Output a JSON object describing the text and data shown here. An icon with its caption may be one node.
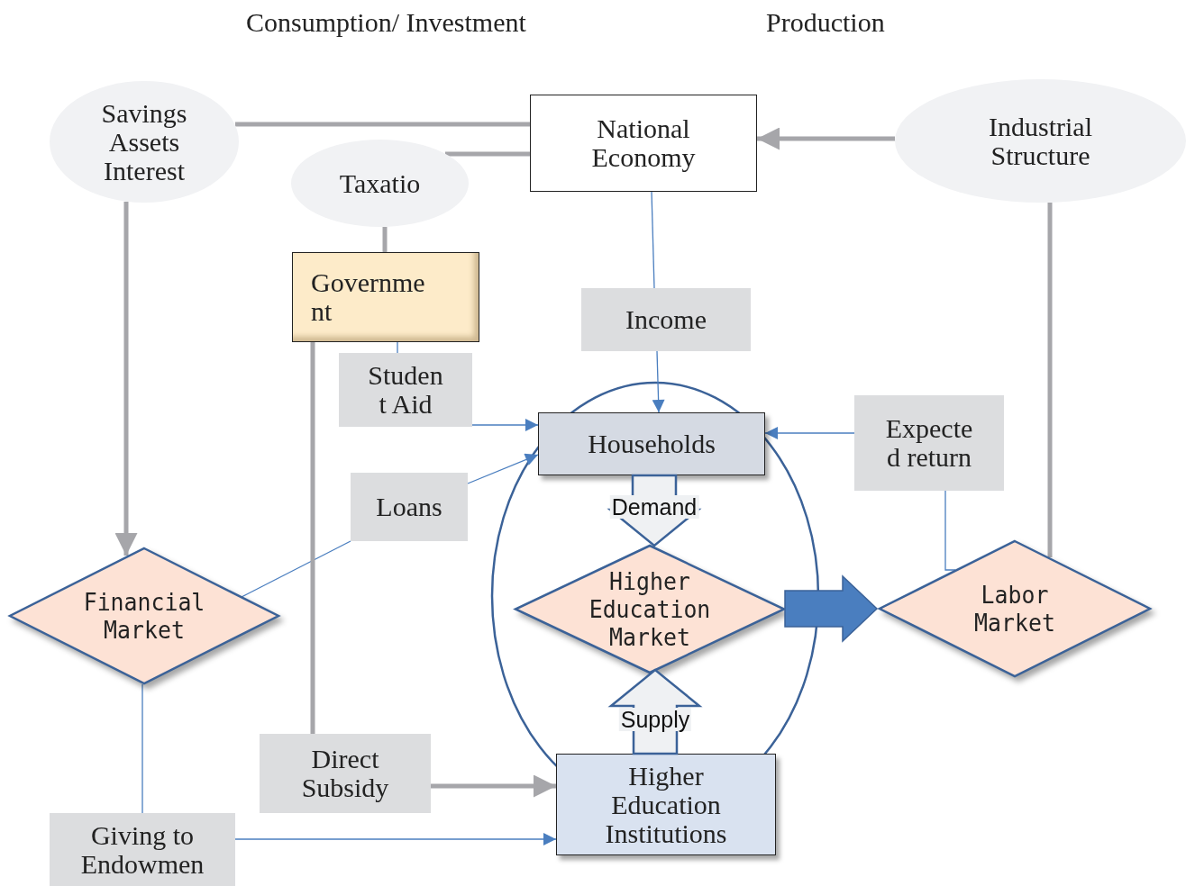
{
  "diagram": {
    "nodes": [
      {
        "text": [
          "Savings Assets Interest"
        ]
      },
      {
        "text": [
          "Taxatio"
        ]
      },
      {
        "text": [
          "National Economy"
        ]
      },
      {
        "text": [
          "Industrial Structure"
        ]
      },
      {
        "text": [
          "Governme nt"
        ]
      },
      {
        "text": [
          "Income"
        ]
      },
      {
        "text": [
          "Studen t Aid"
        ]
      },
      {
        "text": [
          "Households"
        ]
      },
      {
        "text": [
          "Expecte d return"
        ]
      },
      {
        "text": [
          "Loans"
        ]
      },
      {
        "text": [
          "Financial Market"
        ]
      },
      {
        "text": [
          "Higher Education Market"
        ]
      },
      {
        "text": [
          "Labor Market"
        ]
      },
      {
        "text": [
          "Direct Subsidy"
        ]
      },
      {
        "text": [
          "Higher Education Institutions"
        ]
      },
      {
        "text": [
          "Giving to Endowmen"
        ]
      }
    ],
    "edges": [
      {
        "from": 0,
        "to": 2,
        "arrow": "none",
        "style": "thick",
        "color": "#a6a6aa"
      },
      {
        "from": 1,
        "to": 2,
        "arrow": "none",
        "style": "thick",
        "color": "#a6a6aa"
      },
      {
        "from": 3,
        "to": 2,
        "arrow": "to",
        "style": "thick",
        "color": "#a6a6aa"
      },
      {
        "from": 0,
        "to": 10,
        "arrow": "to",
        "style": "thick",
        "color": "#a6a6aa"
      },
      {
        "from": 1,
        "to": 4,
        "arrow": "none",
        "style": "thick",
        "color": "#a6a6aa"
      },
      {
        "from": 3,
        "to": 12,
        "arrow": "none",
        "style": "thick",
        "color": "#a6a6aa"
      },
      {
        "from": 2,
        "to": 5,
        "arrow": "none"
      },
      {
        "from": 5,
        "to": 7,
        "arrow": "to"
      },
      {
        "from": 4,
        "to": 6,
        "arrow": "none"
      },
      {
        "from": 6,
        "to": 7,
        "arrow": "to"
      },
      {
        "from": 10,
        "to": 9,
        "arrow": "none"
      },
      {
        "from": 9,
        "to": 7,
        "arrow": "to"
      },
      {
        "from": 12,
        "to": 8,
        "arrow": "none"
      },
      {
        "from": 8,
        "to": 7,
        "arrow": "to"
      },
      {
        "from": 4,
        "to": 13,
        "arrow": "none",
        "style": "thick",
        "color": "#a6a6aa"
      },
      {
        "from": 13,
        "to": 14,
        "arrow": "to",
        "style": "thick",
        "color": "#a6a6aa"
      },
      {
        "from": 10,
        "to": 15,
        "arrow": "none"
      },
      {
        "from": 15,
        "to": 14,
        "arrow": "to"
      },
      {
        "from": 7,
        "to": 11,
        "arrow": "to",
        "label": "Demand"
      },
      {
        "from": 14,
        "to": 11,
        "arrow": "to",
        "label": "Supply"
      },
      {
        "from": 11,
        "to": 12,
        "arrow": "to",
        "style": "thick"
      }
    ],
    "labels": [
      "Consumption/ Investment",
      "Production"
    ]
  }
}
